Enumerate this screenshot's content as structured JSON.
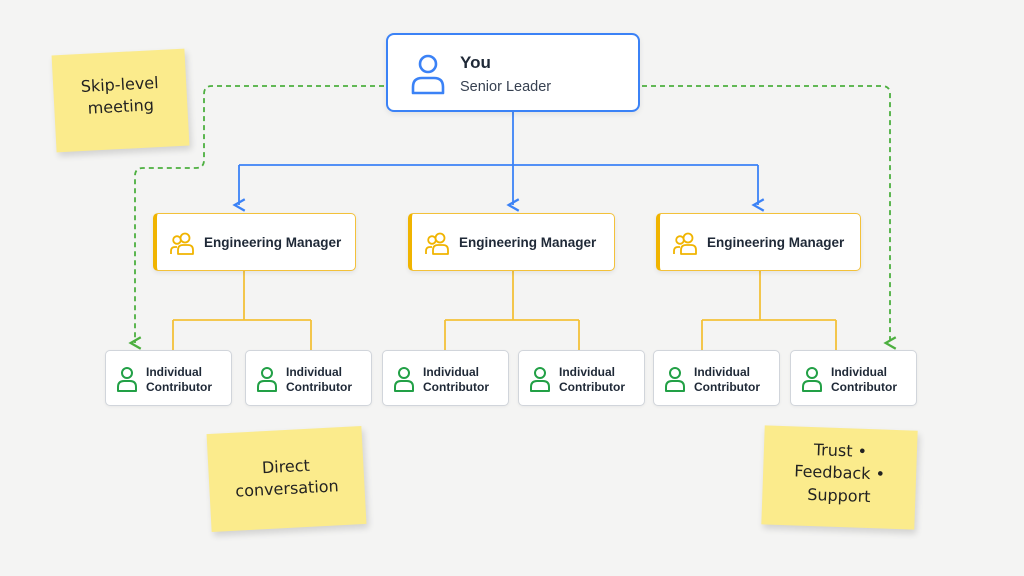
{
  "leader": {
    "name": "You",
    "role": "Senior Leader"
  },
  "managers": [
    {
      "label": "Engineering Manager"
    },
    {
      "label": "Engineering Manager"
    },
    {
      "label": "Engineering Manager"
    }
  ],
  "contributors": [
    {
      "line1": "Individual",
      "line2": "Contributor"
    },
    {
      "line1": "Individual",
      "line2": "Contributor"
    },
    {
      "line1": "Individual",
      "line2": "Contributor"
    },
    {
      "line1": "Individual",
      "line2": "Contributor"
    },
    {
      "line1": "Individual",
      "line2": "Contributor"
    },
    {
      "line1": "Individual",
      "line2": "Contributor"
    }
  ],
  "notes": {
    "skip_level": [
      "Skip-level",
      "meeting"
    ],
    "direct": [
      "Direct",
      "conversation"
    ],
    "values": [
      "Trust •",
      "Feedback •",
      "Support"
    ]
  },
  "icons": {
    "leader": "person-icon",
    "manager": "people-icon",
    "contributor": "person-icon"
  },
  "colors": {
    "leader_accent": "#3b82f6",
    "manager_accent": "#f0b400",
    "contributor_accent": "#22a046",
    "skip_level_line": "#4caf3f",
    "sticky_note": "#fbeb8c"
  }
}
